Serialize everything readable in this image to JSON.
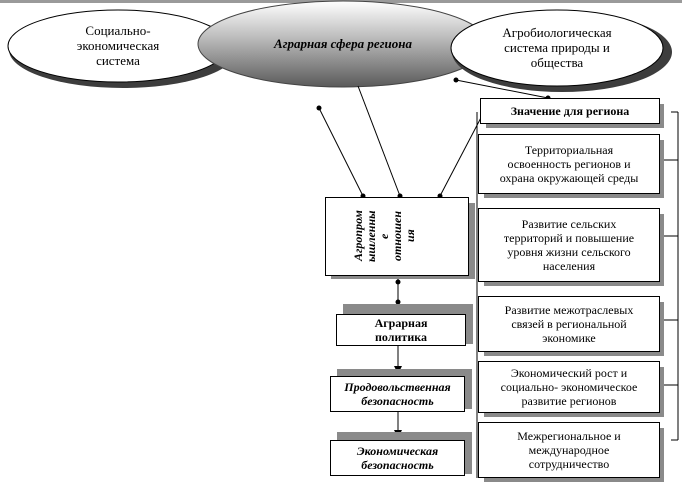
{
  "top": {
    "left_ellipse": [
      "Социально-",
      "экономическая",
      "система"
    ],
    "center_ellipse": "Аграрная сфера региона",
    "right_ellipse": [
      "Агробиологическая",
      "система природы и",
      "общества"
    ]
  },
  "right_column": {
    "header": "Значение для региона",
    "items": [
      [
        "Территориальная",
        "освоенность регионов и",
        "охрана окружающей среды"
      ],
      [
        "Развитие сельских",
        "территорий и повышение",
        "уровня жизни сельского",
        "населения"
      ],
      [
        "Развитие межотраслевых",
        "связей в региональной",
        "экономике"
      ],
      [
        "Экономический рост и",
        "социально- экономическое",
        "развитие регионов"
      ],
      [
        "Межрегиональное и",
        "международное",
        "сотрудничество"
      ]
    ]
  },
  "left_column": {
    "vertical_box": [
      "Агропром",
      "ышленны",
      "е",
      "отношен",
      "ия"
    ],
    "agrarian_policy": [
      "Аграрная",
      "политика"
    ],
    "food_security": [
      "Продовольственная",
      "безопасность"
    ],
    "economic_security": [
      "Экономическая",
      "безопасность"
    ]
  }
}
